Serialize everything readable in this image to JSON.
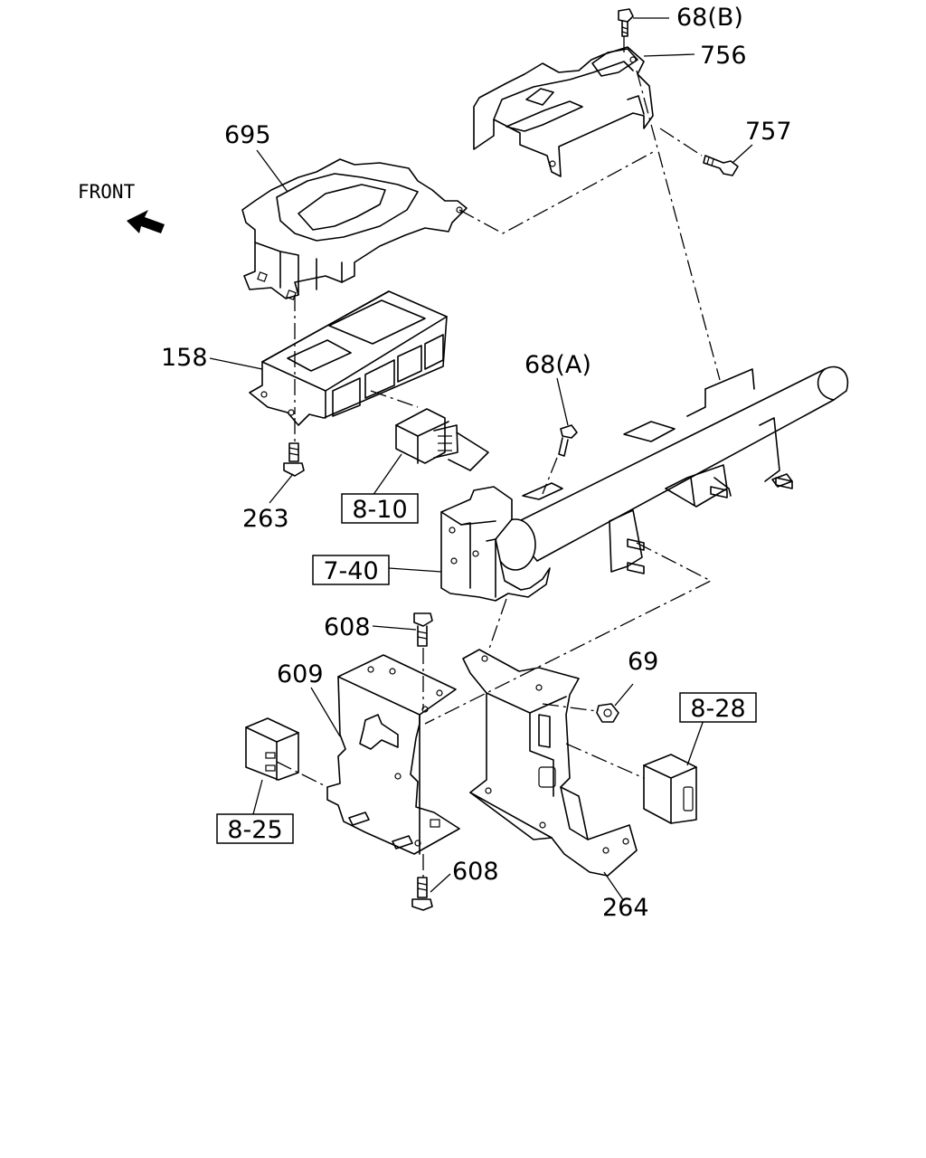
{
  "diagram": {
    "front_label": "FRONT",
    "part_numbers": {
      "p68b": "68(B)",
      "p756": "756",
      "p757": "757",
      "p695": "695",
      "p158": "158",
      "p263": "263",
      "p68a": "68(A)",
      "p608_top": "608",
      "p609": "609",
      "p69": "69",
      "p608_bottom": "608",
      "p264": "264"
    },
    "section_refs": {
      "r810": "8-10",
      "r740": "7-40",
      "r828": "8-28",
      "r825": "8-25"
    }
  }
}
